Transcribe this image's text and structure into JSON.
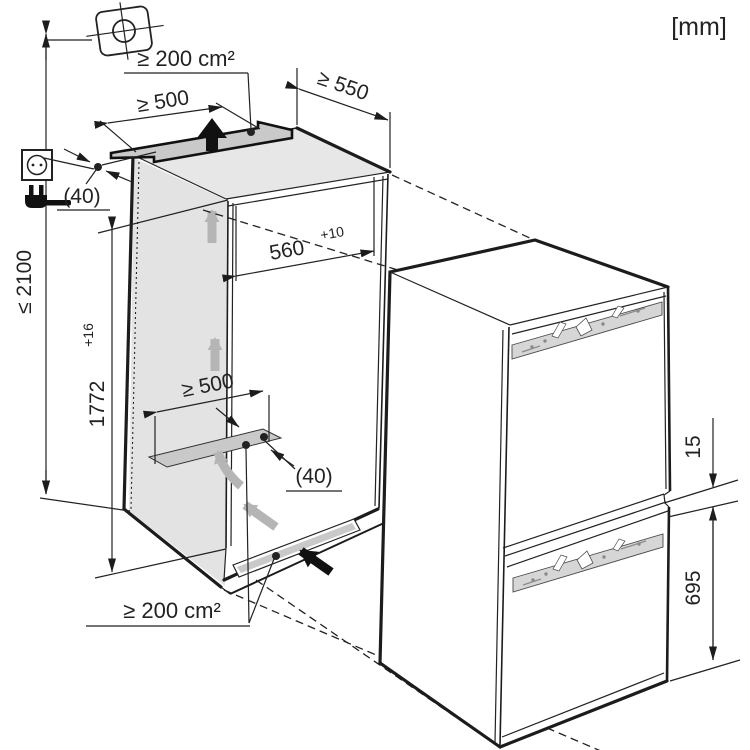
{
  "diagram": {
    "units_label": "[mm]",
    "dims": {
      "top_vent_area": "≥ 200 cm²",
      "top_vent_width": "≥ 500",
      "niche_depth": "≥ 550",
      "top_rear_gap": "(40)",
      "niche_width_value": "560",
      "niche_width_tolerance": "+10",
      "niche_height_value": "1772",
      "niche_height_tolerance": "+16",
      "overall_height": "≤ 2100",
      "floor_vent_width": "≥ 500",
      "floor_rear_gap": "(40)",
      "plinth_vent_area": "≥ 200 cm²",
      "door_gap": "15",
      "lower_door_height": "695"
    },
    "icons": {
      "ceiling_datum": "crosshair-target",
      "mains_socket": "socket-outlet",
      "mains_plug": "power-plug",
      "airflow": "gray-arrows",
      "vent_flow": "black-arrows"
    },
    "colors": {
      "line": "#1c1c1c",
      "panel_gray": "#e7e7e7",
      "wall_gray": "#e3e3e3",
      "vent_gray": "#c9c9c9",
      "airflow_gray": "#b5b5b5",
      "hardware_gray": "#d6d6d6"
    }
  }
}
